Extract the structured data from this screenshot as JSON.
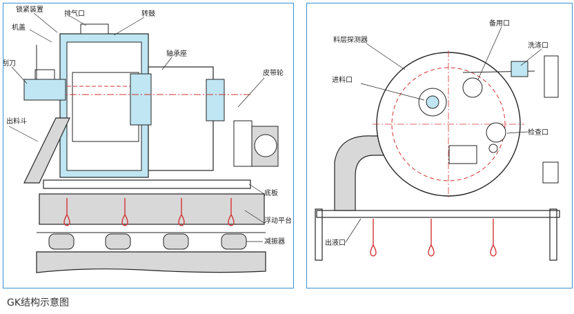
{
  "caption": "GK结构示意图",
  "left_labels": {
    "lock": "锁紧装置",
    "exhaust": "排气口",
    "drum": "转鼓",
    "cover": "机盖",
    "knife": "刮刀",
    "bearing": "轴承座",
    "pulley": "皮带轮",
    "chute": "出料斗",
    "base": "底板",
    "platform": "浮动平台",
    "damper": "减振器"
  },
  "right_labels": {
    "spare": "备用口",
    "sensor": "料层探测器",
    "wash": "洗涤口",
    "feed": "进料口",
    "inspect": "检查口",
    "liquid": "出液口"
  },
  "colors": {
    "frame": "#3a8fd0",
    "line": "#222222",
    "cyan": "#bfe6f2",
    "red": "#d23030",
    "grey": "#d8d8d8"
  }
}
